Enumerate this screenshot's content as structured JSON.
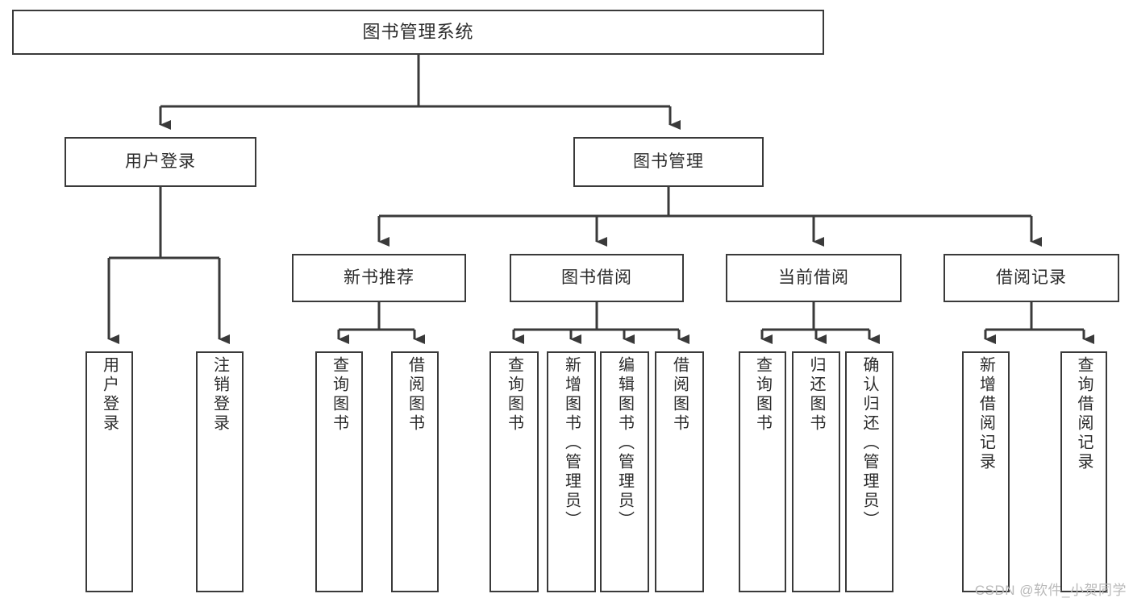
{
  "diagram": {
    "title": "图书管理系统",
    "type": "tree-hierarchy-chart",
    "watermark": "CSDN @软件_小贺同学",
    "colors": {
      "box_border": "#3a3a3a",
      "box_fill": "#ffffff",
      "connector": "#3a3a3a",
      "text": "#2b2b2b",
      "watermark": "#b9b9b9",
      "background": "#ffffff"
    },
    "root": {
      "label": "图书管理系统"
    },
    "level2": [
      {
        "label": "用户登录"
      },
      {
        "label": "图书管理"
      }
    ],
    "level3": [
      {
        "label": "新书推荐"
      },
      {
        "label": "图书借阅"
      },
      {
        "label": "当前借阅"
      },
      {
        "label": "借阅记录"
      }
    ],
    "leaves": {
      "user_login": [
        {
          "label": "用户登录"
        },
        {
          "label": "注销登录"
        }
      ],
      "new_book_recommend": [
        {
          "label": "查询图书"
        },
        {
          "label": "借阅图书"
        }
      ],
      "book_borrow": [
        {
          "label": "查询图书"
        },
        {
          "label": "新增图书（管理员）"
        },
        {
          "label": "编辑图书（管理员）"
        },
        {
          "label": "借阅图书"
        }
      ],
      "current_borrow": [
        {
          "label": "查询图书"
        },
        {
          "label": "归还图书"
        },
        {
          "label": "确认归还（管理员）"
        }
      ],
      "borrow_record": [
        {
          "label": "新增借阅记录"
        },
        {
          "label": "查询借阅记录"
        }
      ]
    }
  }
}
